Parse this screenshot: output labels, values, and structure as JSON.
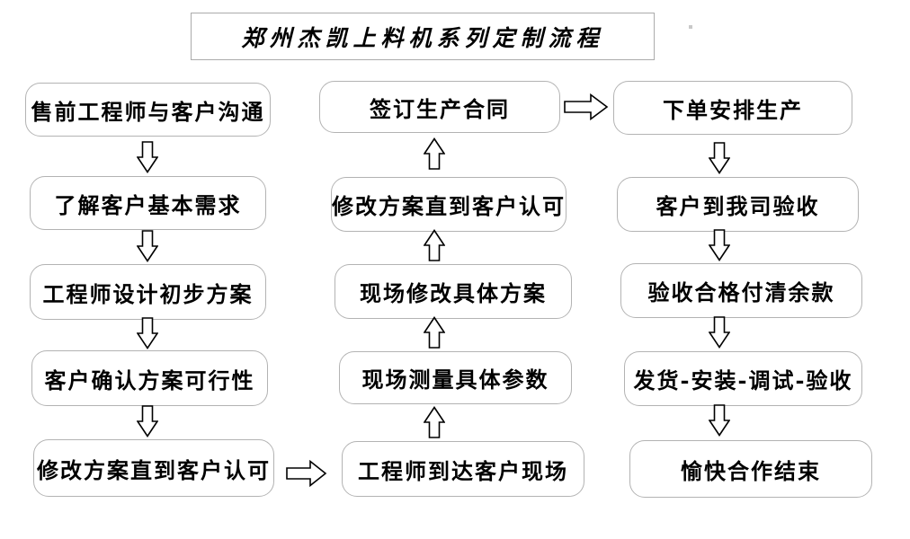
{
  "title": "郑州杰凯上料机系列定制流程",
  "flow": {
    "left": [
      "售前工程师与客户沟通",
      "了解客户基本需求",
      "工程师设计初步方案",
      "客户确认方案可行性",
      "修改方案直到客户认可"
    ],
    "middle": [
      "签订生产合同",
      "修改方案直到客户认可",
      "现场修改具体方案",
      "现场测量具体参数",
      "工程师到达客户现场"
    ],
    "right": [
      "下单安排生产",
      "客户到我司验收",
      "验收合格付清余款",
      "发货-安装-调试-验收",
      "愉快合作结束"
    ],
    "directions": {
      "left_column": "down",
      "middle_column": "up",
      "right_column": "down",
      "left_to_middle": "right",
      "middle_to_right": "right"
    }
  },
  "icons": {
    "down_arrow": "hollow-block-arrow-down",
    "up_arrow": "hollow-block-arrow-up",
    "right_arrow": "hollow-block-arrow-right"
  },
  "colors": {
    "background": "#ffffff",
    "box_border": "#b3b3b3",
    "title_border": "#ababab",
    "text": "#000000",
    "arrow_stroke": "#000000",
    "arrow_fill": "#ffffff"
  }
}
